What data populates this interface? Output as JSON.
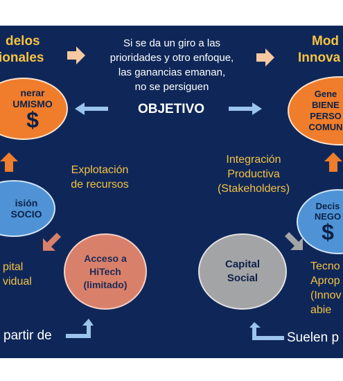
{
  "left": {
    "title_line1": "delos",
    "title_line2": "ionales",
    "goal_ellipse": {
      "line1": "nerar",
      "line2": "UMISMO",
      "symbol": "$"
    },
    "decision_ellipse": {
      "line1": "isión",
      "line2": "SOCIO"
    },
    "access_ellipse": {
      "line1": "Acceso a",
      "line2": "HiTech",
      "line3": "(limitado)"
    },
    "exploitation_text": {
      "line1": "Explotación",
      "line2": "de recursos"
    },
    "capital_text": {
      "line1": "pital",
      "line2": "vidual"
    },
    "bottom_text": "partir de"
  },
  "center": {
    "note": {
      "line1": "Si se da un giro a las",
      "line2": "prioridades y otro enfoque,",
      "line3": "las ganancias emanan,",
      "line4": "no se persiguen"
    },
    "objective": "OBJETIVO"
  },
  "right": {
    "title_line1": "Mod",
    "title_line2": "Innova",
    "goal_ellipse": {
      "line1": "Gene",
      "line2": "BIENE",
      "line3": "PERSO",
      "line4": "COMUN"
    },
    "decision_ellipse": {
      "line1": "Decis",
      "line2": "NEGO",
      "symbol": "$"
    },
    "capital_ellipse": {
      "line1": "Capital",
      "line2": "Social"
    },
    "integration_text": {
      "line1": "Integración",
      "line2": "Productiva",
      "line3": "(Stakeholders)"
    },
    "tech_text": {
      "line1": "Tecno",
      "line2": "Aprop",
      "line3": "(Innov",
      "line4": "abie"
    },
    "bottom_text": "Suelen p"
  },
  "colors": {
    "background": "#0f2758",
    "title": "#f6c342",
    "accent_orange": "#ef7d2b",
    "accent_blue": "#4f93d6",
    "arrow_light_orange": "#f8c9a0",
    "arrow_light_blue": "#9cc4ec"
  }
}
